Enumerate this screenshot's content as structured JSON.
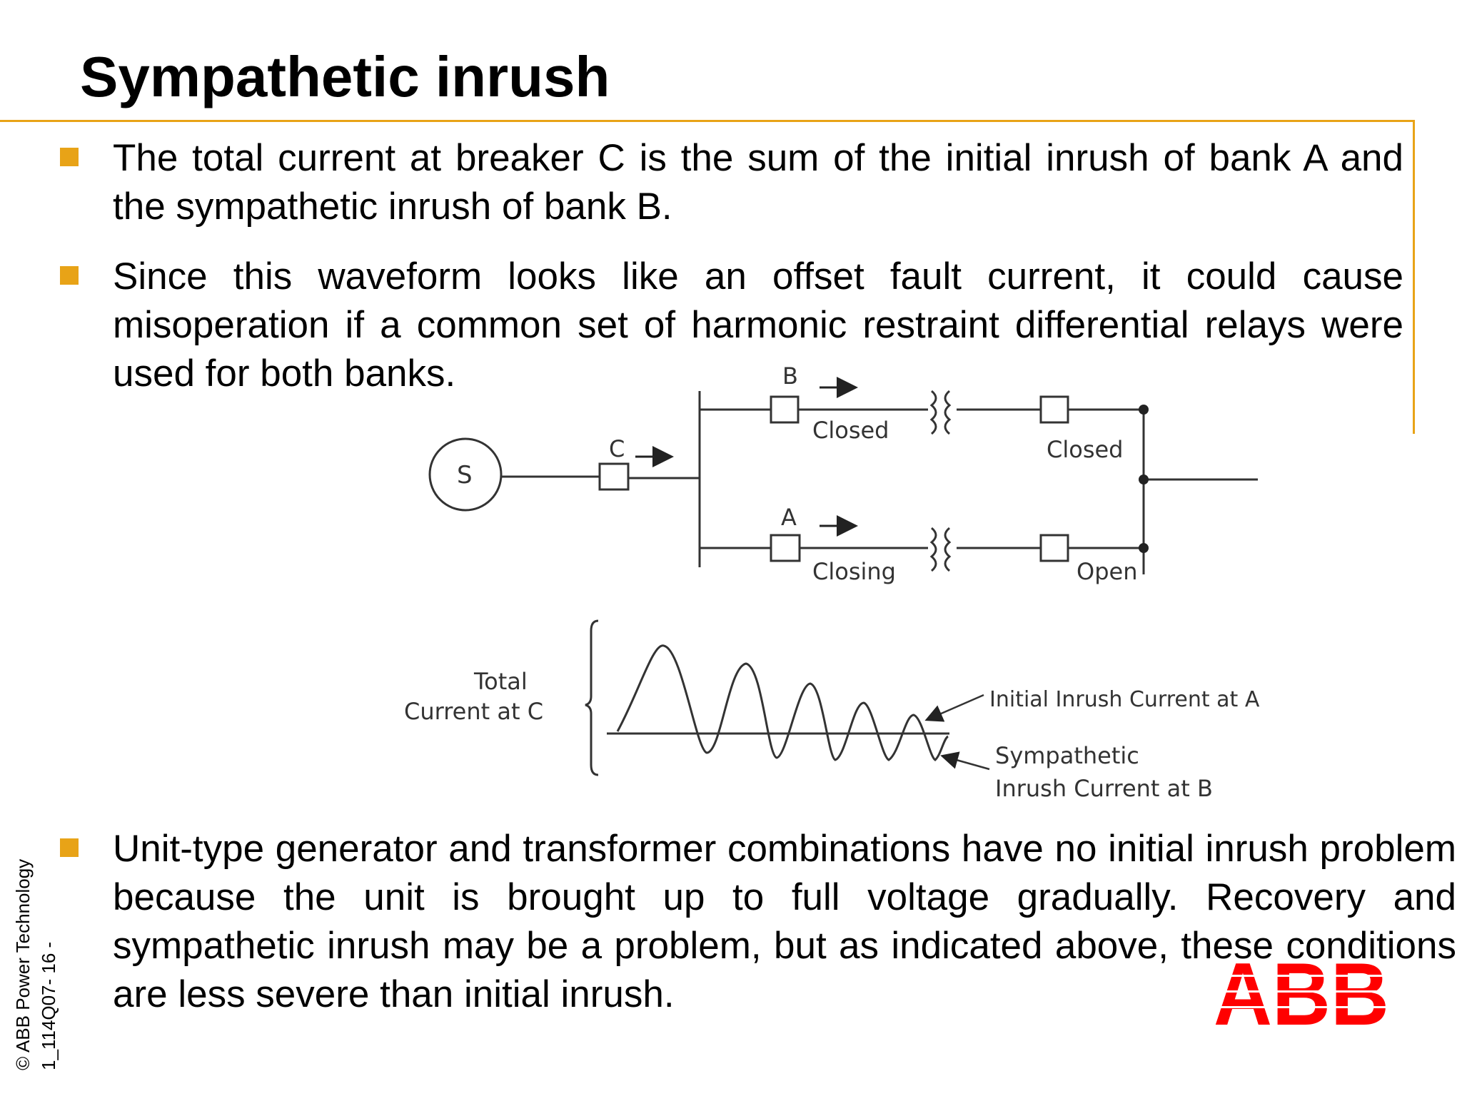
{
  "slide": {
    "title": "Sympathetic inrush",
    "bullets": [
      "The total current at breaker C is the sum of the initial inrush of bank A and the sympathetic inrush of bank B.",
      "Since this waveform looks like an offset fault current, it could cause misoperation if a common set of harmonic restraint differential relays were used for both banks.",
      "Unit-type generator and transformer combinations have no initial inrush problem because the unit is brought up to full voltage gradually. Recovery and sympathetic inrush may be a problem, but as indicated above, these conditions are less severe than initial inrush."
    ]
  },
  "diagram": {
    "source_label": "S",
    "breaker_c_label": "C",
    "breaker_b_label": "B",
    "breaker_a_label": "A",
    "b_left_state": "Closed",
    "b_right_state": "Closed",
    "a_left_state": "Closing",
    "a_right_state": "Open",
    "total_label_line1": "Total",
    "total_label_line2": "Current at C",
    "initial_inrush_label": "Initial Inrush Current at A",
    "sympathetic_label_line1": "Sympathetic",
    "sympathetic_label_line2": "Inrush Current at B"
  },
  "footer": {
    "copyright": "© ABB Power Technology",
    "slide_code": "1_114Q07- 16 -",
    "logo_text": "ABB",
    "logo_color": "#FF0000"
  },
  "colors": {
    "accent": "#E8A317"
  }
}
